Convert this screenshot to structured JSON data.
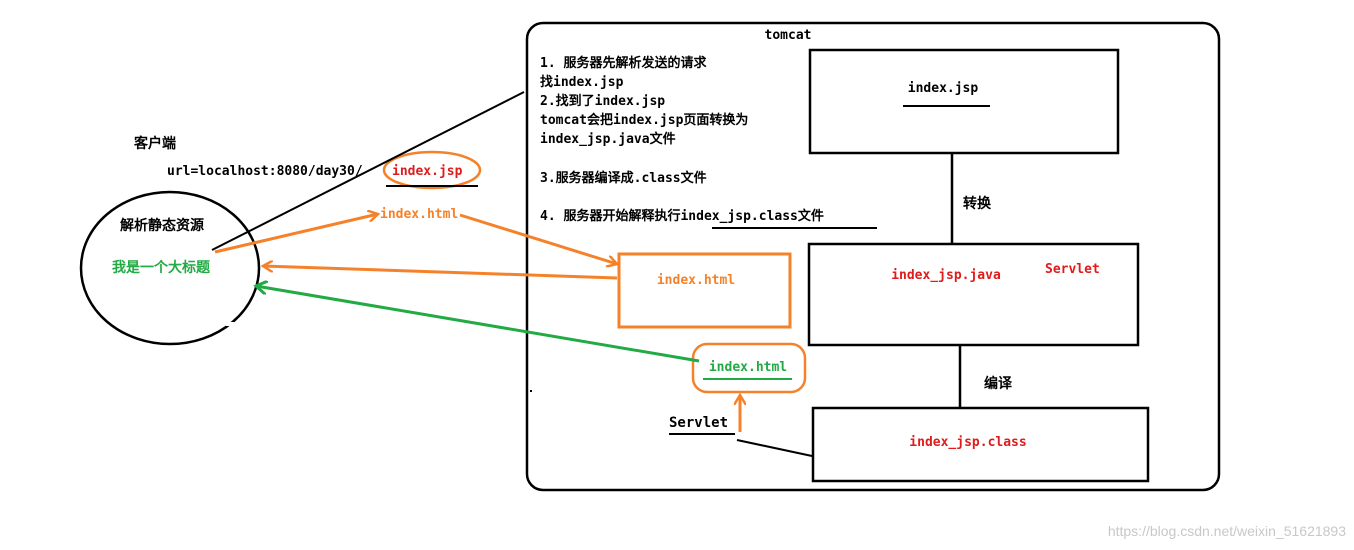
{
  "tomcat": {
    "title": "tomcat",
    "steps": [
      "1. 服务器先解析发送的请求",
      "找index.jsp",
      "2.找到了index.jsp",
      "tomcat会把index.jsp页面转换为",
      "index_jsp.java文件",
      "3.服务器编译成.class文件",
      "4. 服务器开始解释执行index_jsp.class文件"
    ],
    "boxes": {
      "jsp": "index.jsp",
      "java": "index_jsp.java",
      "servlet_tag": "Servlet",
      "class": "index_jsp.class",
      "html_box": "index.html"
    },
    "convert_label": "转换",
    "compile_label": "编译",
    "servlet_label": "Servlet",
    "html_output": "index.html"
  },
  "client": {
    "title": "客户端",
    "url_prefix": "url=localhost:8080/day30/",
    "url_file": "index.jsp",
    "parse_label": "解析静态资源",
    "heading_text": "我是一个大标题",
    "html_arrow_label": "index.html"
  },
  "watermark": "https://blog.csdn.net/weixin_51621893",
  "colors": {
    "orange": "#f5822a",
    "green": "#22aa44",
    "red": "#e01b1b",
    "black": "#000000"
  }
}
